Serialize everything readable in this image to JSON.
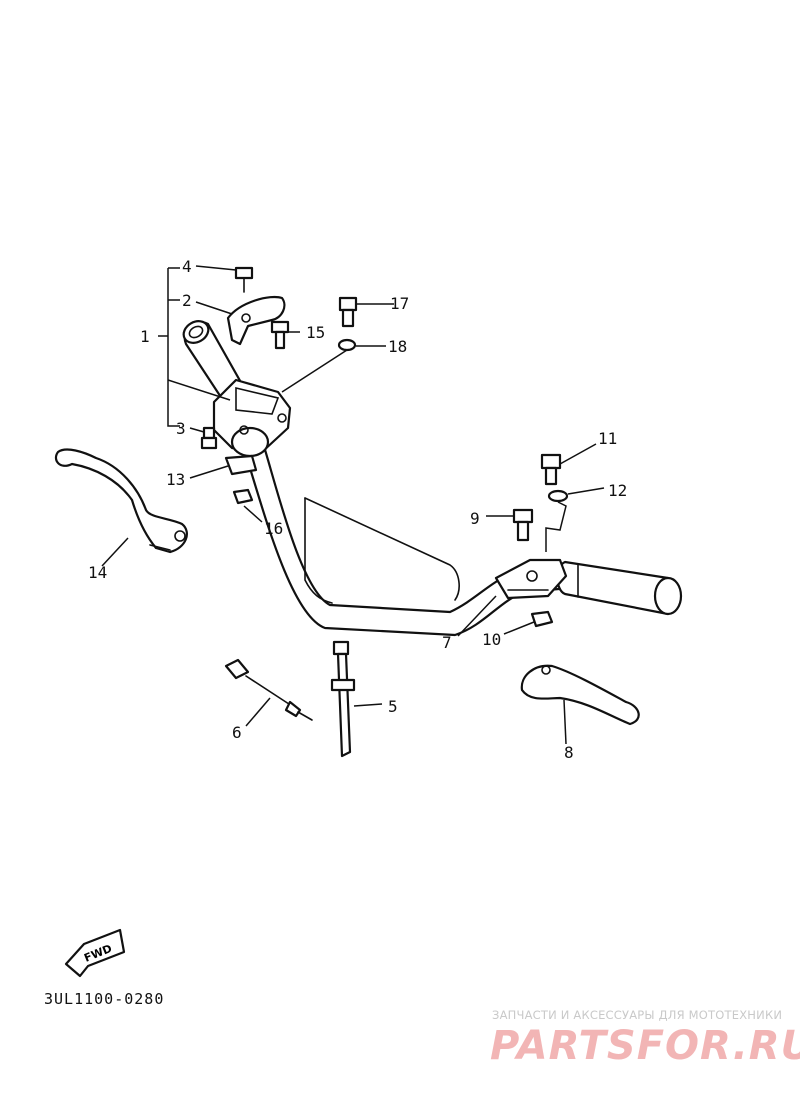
{
  "callouts": {
    "c1": "1",
    "c2": "2",
    "c3": "3",
    "c4": "4",
    "c5": "5",
    "c6": "6",
    "c7": "7",
    "c8": "8",
    "c9": "9",
    "c10": "10",
    "c11": "11",
    "c12": "12",
    "c13": "13",
    "c14": "14",
    "c15": "15",
    "c16": "16",
    "c17": "17",
    "c18": "18"
  },
  "fwd_label": "FWD",
  "drawing_code": "3UL1100-0280",
  "watermark": {
    "caption": "ЗАПЧАСТИ И АКСЕССУАРЫ ДЛЯ МОТОТЕХНИКИ",
    "logo": "PARTSFOR.RU"
  }
}
